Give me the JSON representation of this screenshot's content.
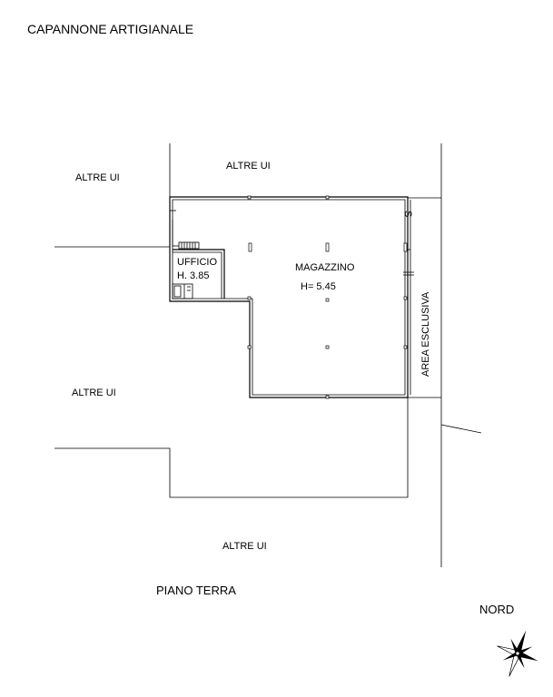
{
  "drawing": {
    "title": "CAPANNONE ARTIGIANALE",
    "floor_label": "PIANO TERRA",
    "north_label": "NORD",
    "north_arrow_icon": "compass-rose-icon"
  },
  "areas": {
    "altre_ui_top_left": "ALTRE UI",
    "altre_ui_top": "ALTRE UI",
    "altre_ui_left": "ALTRE UI",
    "altre_ui_bottom": "ALTRE UI",
    "area_esclusiva": "AREA ESCLUSIVA"
  },
  "rooms": {
    "office": {
      "name": "UFFICIO",
      "height": "H. 3.85"
    },
    "warehouse": {
      "name": "MAGAZZINO",
      "height": "H= 5.45"
    }
  },
  "markers": {
    "s_marker": "S"
  }
}
